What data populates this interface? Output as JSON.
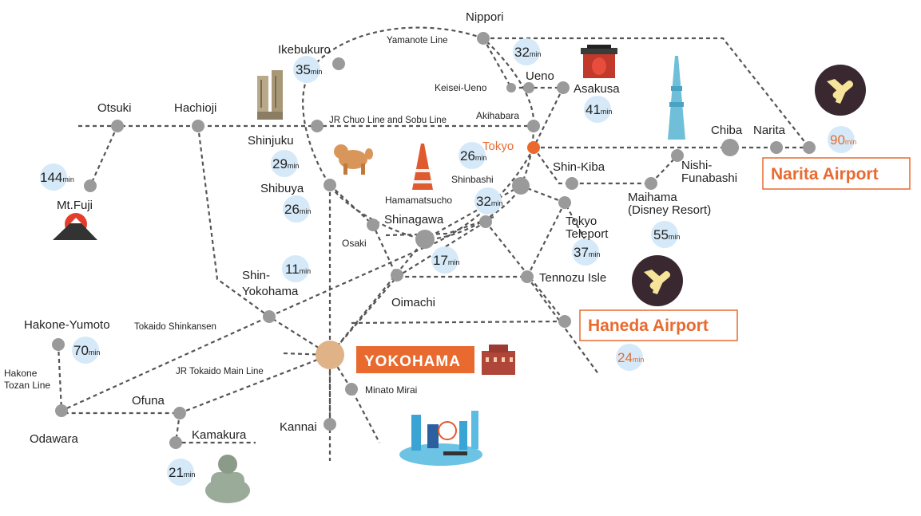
{
  "stations": {
    "nippori": "Nippori",
    "ikebukuro": "Ikebukuro",
    "ueno": "Ueno",
    "keisei_ueno": "Keisei-Ueno",
    "asakusa": "Asakusa",
    "akihabara": "Akihabara",
    "tokyo": "Tokyo",
    "otsuki": "Otsuki",
    "hachioji": "Hachioji",
    "shinjuku": "Shinjuku",
    "shibuya": "Shibuya",
    "chiba": "Chiba",
    "narita": "Narita",
    "nishi_funabashi_1": "Nishi-",
    "nishi_funabashi_2": "Funabashi",
    "shin_kiba": "Shin-Kiba",
    "shinbashi": "Shinbashi",
    "hamamatsucho": "Hamamatsucho",
    "shinagawa": "Shinagawa",
    "maihama_1": "Maihama",
    "maihama_2": "(Disney Resort)",
    "tokyo_teleport_1": "Tokyo",
    "tokyo_teleport_2": "Teleport",
    "osaki": "Osaki",
    "tennozu": "Tennozu Isle",
    "shin_yokohama_1": "Shin-",
    "shin_yokohama_2": "Yokohama",
    "oimachi": "Oimachi",
    "mt_fuji": "Mt.Fuji",
    "hakone_yumoto": "Hakone-Yumoto",
    "hakone_tozan_1": "Hakone",
    "hakone_tozan_2": "Tozan Line",
    "minato_mirai": "Minato Mirai",
    "ofuna": "Ofuna",
    "odawara": "Odawara",
    "kamakura": "Kamakura",
    "kannai": "Kannai",
    "yokohama": "YOKOHAMA"
  },
  "lines": {
    "yamanote": "Yamanote Line",
    "chuo": "JR Chuo Line and Sobu Line",
    "tokaido_shinkansen": "Tokaido Shinkansen",
    "tokaido_main": "JR Tokaido Main Line"
  },
  "airports": {
    "narita": "Narita Airport",
    "haneda": "Haneda Airport"
  },
  "unit": "min",
  "times": {
    "ueno": "32",
    "ikebukuro": "35",
    "asakusa": "41",
    "shinjuku": "29",
    "tokyo": "26",
    "shibuya": "26",
    "hamamatsucho": "32",
    "mt_fuji": "144",
    "narita": "90",
    "shin_kiba": "55",
    "tokyo_teleport": "37",
    "shin_yokohama": "11",
    "shinagawa": "17",
    "haneda": "24",
    "hakone": "70",
    "kamakura": "21"
  },
  "colors": {
    "line": "#555555",
    "station": "#9a9a9a",
    "badge": "#d5e9f8",
    "accent": "#e96a2f",
    "yokohama": "#e0b287",
    "plane_bg": "#3a2830",
    "plane": "#f5e49a"
  }
}
